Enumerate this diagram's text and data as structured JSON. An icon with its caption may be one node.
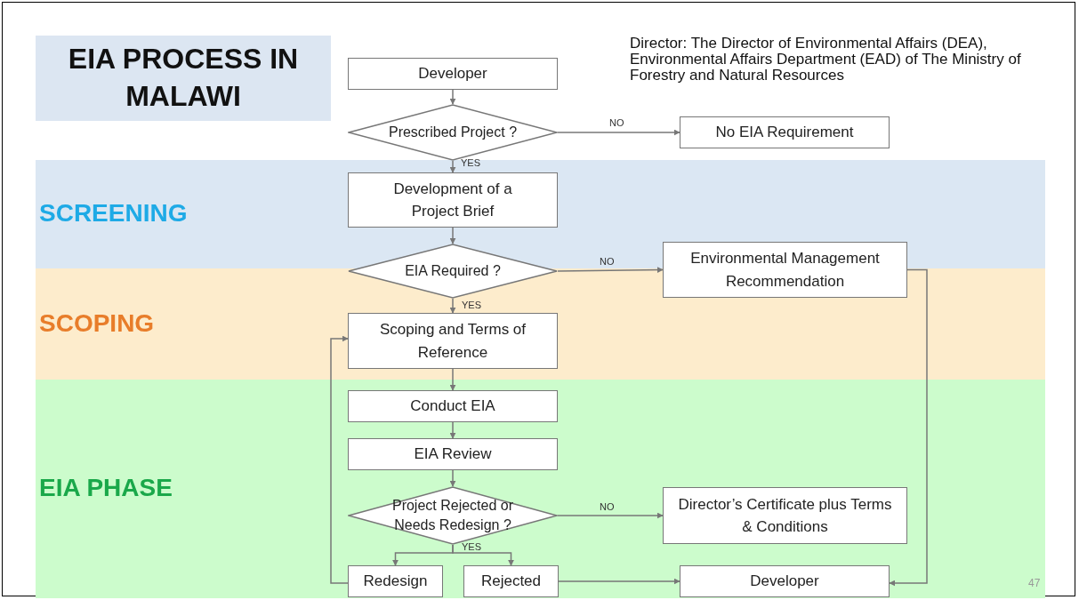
{
  "diagram": {
    "title": "EIA PROCESS IN MALAWI",
    "nodes": [
      {
        "text": [
          "SCREENING"
        ]
      },
      {
        "text": [
          "SCOPING"
        ]
      },
      {
        "text": [
          "EIA PHASE"
        ]
      },
      {
        "text": [
          "Developer"
        ]
      },
      {
        "text": [
          "Prescribed Project ?"
        ]
      },
      {
        "text": [
          "No EIA Requirement"
        ]
      },
      {
        "text": [
          "Development of a Project Brief"
        ],
        "in": 0
      },
      {
        "text": [
          "EIA Required ?"
        ]
      },
      {
        "text": [
          "Environmental Management Recommendation"
        ]
      },
      {
        "text": [
          "Scoping and Terms of Reference"
        ],
        "in": 1
      },
      {
        "text": [
          "Conduct EIA"
        ],
        "in": 2
      },
      {
        "text": [
          "EIA Review"
        ],
        "in": 2
      },
      {
        "text": [
          "Project Rejected or Needs Redesign ?"
        ],
        "in": 2
      },
      {
        "text": [
          "Director’s Certificate plus Terms & Conditions"
        ],
        "in": 2
      },
      {
        "text": [
          "Redesign"
        ],
        "in": 2
      },
      {
        "text": [
          "Rejected"
        ],
        "in": 2
      },
      {
        "text": [
          "Developer"
        ],
        "in": 2
      }
    ],
    "edges": [
      {
        "from": 3,
        "to": 4,
        "arrow": "to"
      },
      {
        "from": 4,
        "to": 5,
        "arrow": "to",
        "label": "NO"
      },
      {
        "from": 4,
        "to": 6,
        "arrow": "to",
        "label": "YES"
      },
      {
        "from": 6,
        "to": 7,
        "arrow": "to"
      },
      {
        "from": 7,
        "to": 8,
        "arrow": "to",
        "label": "NO"
      },
      {
        "from": 7,
        "to": 9,
        "arrow": "to",
        "label": "YES"
      },
      {
        "from": 9,
        "to": 10,
        "arrow": "to"
      },
      {
        "from": 10,
        "to": 11,
        "arrow": "to"
      },
      {
        "from": 11,
        "to": 12,
        "arrow": "to"
      },
      {
        "from": 12,
        "to": 13,
        "arrow": "to",
        "label": "NO"
      },
      {
        "from": 12,
        "to": 14,
        "arrow": "to",
        "label": "YES"
      },
      {
        "from": 12,
        "to": 15,
        "arrow": "to"
      },
      {
        "from": 14,
        "to": 9,
        "arrow": "to"
      },
      {
        "from": 15,
        "to": 16,
        "arrow": "to"
      },
      {
        "from": 8,
        "to": 16,
        "arrow": "to"
      }
    ],
    "labels": [
      "Director: The Director of Environmental Affairs (DEA), Environmental Affairs Department (EAD) of The Ministry of Forestry and Natural Resources",
      "47"
    ]
  }
}
